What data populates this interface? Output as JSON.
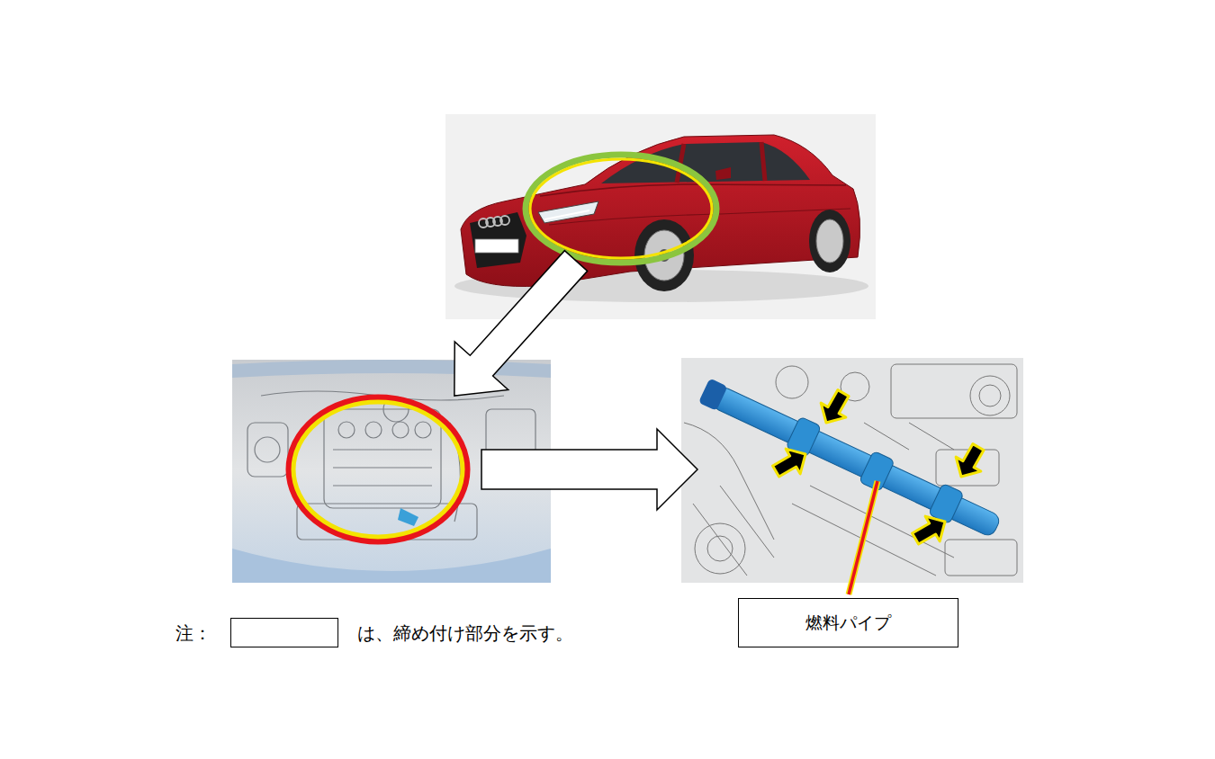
{
  "diagram": {
    "nodes": [
      {
        "text": [
          "燃料パイプ"
        ]
      }
    ],
    "labels": [
      "注："
    ],
    "legend": [
      {
        "text": "は、締め付け部分を示す。"
      }
    ]
  }
}
